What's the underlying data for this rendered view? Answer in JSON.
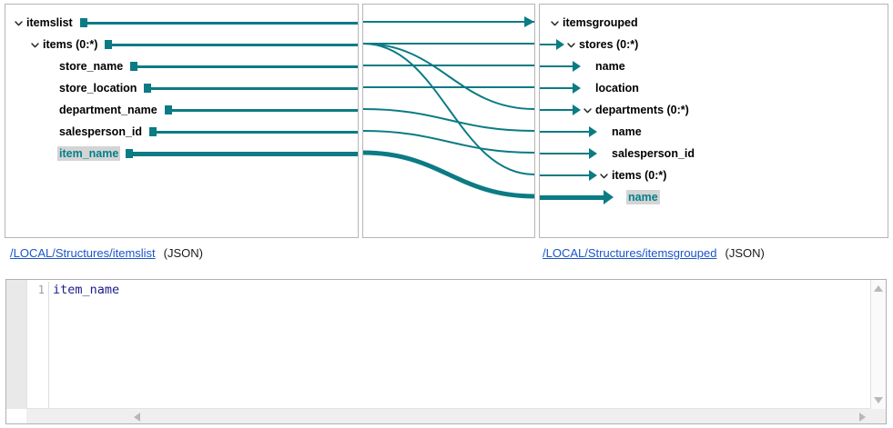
{
  "source": {
    "root": {
      "label": "itemslist",
      "chevron": "chevron-down",
      "indent": 0,
      "row": 0
    },
    "nodes": [
      {
        "label": "items (0:*)",
        "chevron": "chevron-down",
        "indent": 1,
        "row": 1,
        "highlighted": false
      },
      {
        "label": "store_name",
        "chevron": "",
        "indent": 2,
        "row": 2,
        "highlighted": false
      },
      {
        "label": "store_location",
        "chevron": "",
        "indent": 2,
        "row": 3,
        "highlighted": false
      },
      {
        "label": "department_name",
        "chevron": "",
        "indent": 2,
        "row": 4,
        "highlighted": false
      },
      {
        "label": "salesperson_id",
        "chevron": "",
        "indent": 2,
        "row": 5,
        "highlighted": false
      },
      {
        "label": "item_name",
        "chevron": "",
        "indent": 2,
        "row": 6,
        "highlighted": true
      }
    ],
    "link": "/LOCAL/Structures/itemslist",
    "format": "(JSON)"
  },
  "target": {
    "root": {
      "label": "itemsgrouped",
      "chevron": "chevron-down",
      "indent": 0,
      "row": 0
    },
    "nodes": [
      {
        "label": "stores (0:*)",
        "chevron": "chevron-down",
        "indent": 1,
        "row": 1,
        "highlighted": false,
        "thick": false
      },
      {
        "label": "name",
        "chevron": "",
        "indent": 2,
        "row": 2,
        "highlighted": false,
        "thick": false
      },
      {
        "label": "location",
        "chevron": "",
        "indent": 2,
        "row": 3,
        "highlighted": false,
        "thick": false
      },
      {
        "label": "departments (0:*)",
        "chevron": "chevron-down",
        "indent": 2,
        "row": 4,
        "highlighted": false,
        "thick": false
      },
      {
        "label": "name",
        "chevron": "",
        "indent": 3,
        "row": 5,
        "highlighted": false,
        "thick": false
      },
      {
        "label": "salesperson_id",
        "chevron": "",
        "indent": 3,
        "row": 6,
        "highlighted": false,
        "thick": false
      },
      {
        "label": "items (0:*)",
        "chevron": "chevron-down",
        "indent": 3,
        "row": 7,
        "highlighted": false,
        "thick": false
      },
      {
        "label": "name",
        "chevron": "",
        "indent": 4,
        "row": 8,
        "highlighted": true,
        "thick": true
      }
    ],
    "link": "/LOCAL/Structures/itemsgrouped",
    "format": "(JSON)"
  },
  "mappings": [
    {
      "from": "itemslist",
      "to": "itemsgrouped",
      "from_row": 0,
      "to_row": 0,
      "thick": false
    },
    {
      "from": "items (0:*)",
      "to": "stores (0:*)",
      "from_row": 1,
      "to_row": 1,
      "thick": false
    },
    {
      "from": "items (0:*)",
      "to": "departments",
      "from_row": 1,
      "to_row": 4,
      "thick": false
    },
    {
      "from": "items (0:*)",
      "to": "items (0:*)",
      "from_row": 1,
      "to_row": 7,
      "thick": false
    },
    {
      "from": "store_name",
      "to": "name",
      "from_row": 2,
      "to_row": 2,
      "thick": false
    },
    {
      "from": "store_location",
      "to": "location",
      "from_row": 3,
      "to_row": 3,
      "thick": false
    },
    {
      "from": "department_name",
      "to": "name",
      "from_row": 4,
      "to_row": 5,
      "thick": false
    },
    {
      "from": "salesperson_id",
      "to": "salesperson_id",
      "from_row": 5,
      "to_row": 6,
      "thick": false
    },
    {
      "from": "item_name",
      "to": "name",
      "from_row": 6,
      "to_row": 8,
      "thick": true
    }
  ],
  "editor": {
    "line_number": "1",
    "code": "item_name",
    "scroll_up": "scroll-up-arrow",
    "scroll_down": "scroll-down-arrow",
    "scroll_left": "scroll-left-arrow",
    "scroll_right": "scroll-right-arrow"
  },
  "colors": {
    "accent": "#0b7b84",
    "highlight_bg": "#d4d4d4",
    "highlight_fg": "#00808a",
    "link": "#1a55c8",
    "code": "#1a1a8c"
  }
}
